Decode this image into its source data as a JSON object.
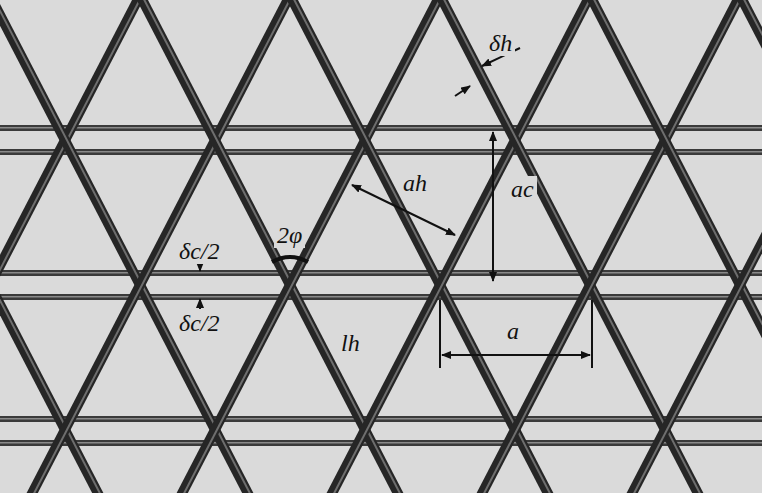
{
  "diagram": {
    "labels": [
      "δh",
      "2φ",
      "ah",
      "ac",
      "δc/2",
      "δc/2",
      "lh",
      "a"
    ]
  }
}
